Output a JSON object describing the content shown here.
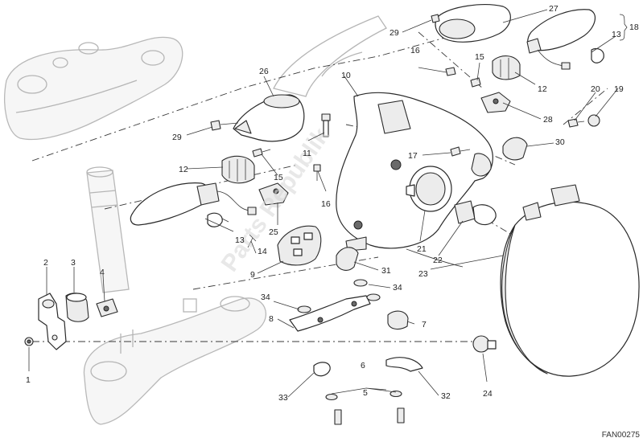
{
  "diagram_code": "FAN00275",
  "watermark": "Parts Republik",
  "callouts": {
    "c1": "1",
    "c2": "2",
    "c3": "3",
    "c4": "4",
    "c5": "5",
    "c6": "6",
    "c7": "7",
    "c8": "8",
    "c9": "9",
    "c10": "10",
    "c11": "11",
    "c12a": "12",
    "c12b": "12",
    "c13a": "13",
    "c13b": "13",
    "c14": "14",
    "c15a": "15",
    "c15b": "15",
    "c16a": "16",
    "c16b": "16",
    "c17": "17",
    "c18": "18",
    "c19": "19",
    "c20": "20",
    "c21": "21",
    "c22": "22",
    "c23": "23",
    "c24": "24",
    "c25": "25",
    "c26": "26",
    "c27": "27",
    "c28": "28",
    "c29a": "29",
    "c29b": "29",
    "c30": "30",
    "c31": "31",
    "c32": "32",
    "c33": "33",
    "c34a": "34",
    "c34b": "34"
  }
}
